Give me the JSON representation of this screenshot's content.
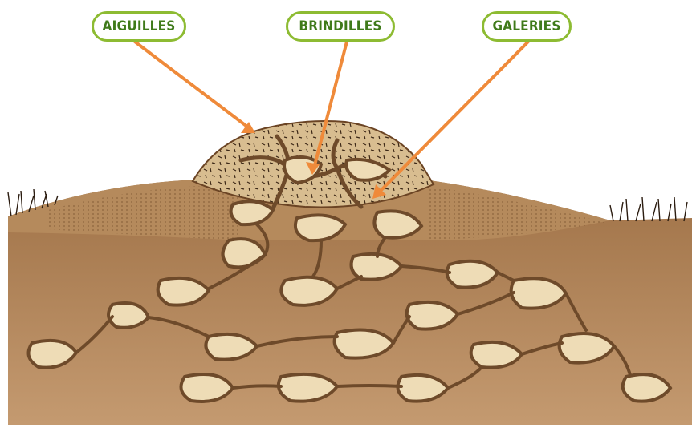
{
  "labels": [
    {
      "id": "aiguilles",
      "text": "AIGUILLES"
    },
    {
      "id": "brindilles",
      "text": "BRINDILLES"
    },
    {
      "id": "galeries",
      "text": "GALERIES"
    }
  ],
  "colors": {
    "label_border": "#8dbb32",
    "label_text": "#3f7a1a",
    "arrow": "#ef8a3a",
    "soil": "#a87a4e",
    "soil_dark": "#6e4a2a",
    "mound": "#c9a47a",
    "chamber": "#eedcb6"
  }
}
